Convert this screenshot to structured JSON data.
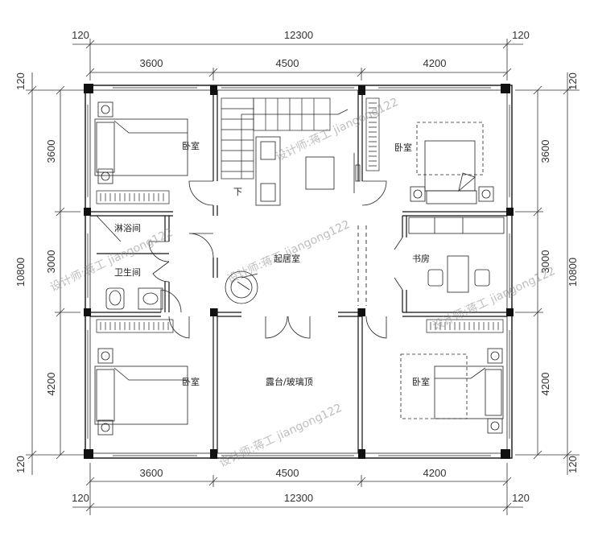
{
  "dims": {
    "top_total": "12300",
    "bottom_total": "12300",
    "top_segments": [
      "3600",
      "4500",
      "4200"
    ],
    "bottom_segments": [
      "3600",
      "4500",
      "4200"
    ],
    "left_total": "10800",
    "right_total": "10800",
    "left_segments": [
      "3600",
      "3000",
      "4200"
    ],
    "right_segments": [
      "3600",
      "3000",
      "4200"
    ],
    "offset": "120"
  },
  "rooms": {
    "bedroom_nw": "卧室",
    "bedroom_ne": "卧室",
    "bedroom_sw": "卧室",
    "bedroom_se": "卧室",
    "shower": "淋浴间",
    "toilet": "卫生间",
    "living": "起居室",
    "study": "书房",
    "terrace": "露台/玻璃顶",
    "stair_down": "下"
  },
  "watermark": "设计师:蒋工 jiangong122",
  "colors": {
    "line": "#111111",
    "dim_text": "#333333"
  }
}
